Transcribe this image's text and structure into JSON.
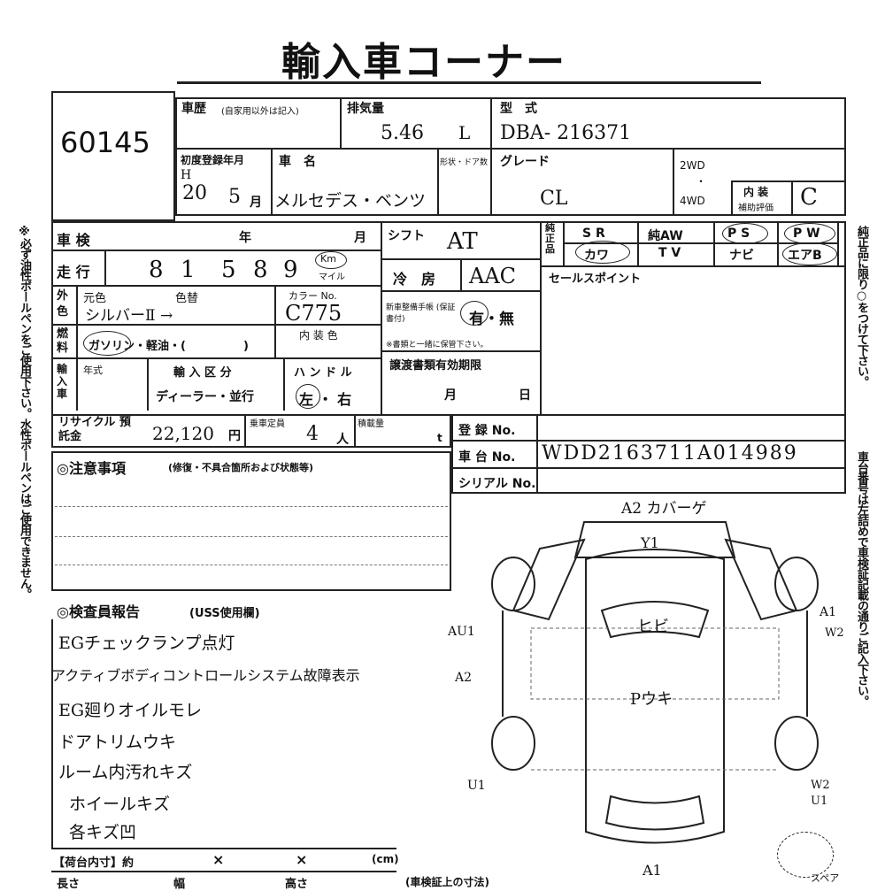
{
  "header": {
    "title": "輸入車コーナー",
    "lot_number": "60145"
  },
  "row1": {
    "history_label": "車歴",
    "history_note": "(自家用以外は記入)",
    "displacement_label": "排気量",
    "displacement_value": "5.46",
    "displacement_unit": "L",
    "model_label": "型　式",
    "model_value": "DBA- 216371"
  },
  "row2": {
    "first_reg_label": "初度登録年月",
    "first_reg_era": "H",
    "first_reg_year": "20",
    "first_reg_month": "5",
    "first_reg_month_unit": "月",
    "car_name_label": "車　名",
    "car_name_value": "メルセデス・ベンツ",
    "shape_label": "形状・ドア数",
    "grade_label": "グレード",
    "grade_value": "CL",
    "drive_2wd": "2WD",
    "drive_dot": "・",
    "drive_4wd": "4WD",
    "interior_label": "内 装",
    "interior_sub": "補助評価",
    "interior_grade": "C"
  },
  "inspection": {
    "shaken_label": "車 検",
    "year_label": "年",
    "month_label": "月"
  },
  "mileage": {
    "label": "走 行",
    "digits": [
      "8",
      "1",
      "5",
      "8",
      "9"
    ],
    "unit_km": "Km",
    "unit_mile": "マイル"
  },
  "shift": {
    "label": "シフト",
    "value": "AT"
  },
  "aircon": {
    "label": "冷　房",
    "value": "AAC"
  },
  "color": {
    "label": "外色",
    "orig_label": "元色",
    "change_label": "色替",
    "value": "シルバーⅡ →",
    "color_no_label": "カラー No.",
    "color_no_value": "C775"
  },
  "maintenance": {
    "label": "新車整備手帳 (保証書付)",
    "options": "有・無",
    "note": "※書類と一緒に保管下さい。"
  },
  "fuel": {
    "label": "燃料",
    "options": "ガソリン・軽油・(　　　　　)",
    "interior_color_label": "内 装 色"
  },
  "import": {
    "label": "輸入車",
    "year_label": "年式",
    "class_label": "輸 入 区 分",
    "class_value": "ディーラー・並行",
    "handle_label": "ハ ン ド ル",
    "handle_value": "左 ・ 右"
  },
  "transfer": {
    "label": "譲渡書類有効期限",
    "month": "月",
    "day": "日"
  },
  "recycle": {
    "label": "リサイクル 預託金",
    "value": "22,120",
    "unit": "円",
    "capacity_label": "乗車定員",
    "capacity_value": "4",
    "capacity_unit": "人",
    "load_label": "積載量",
    "load_unit": "t"
  },
  "registration": {
    "reg_label": "登 録 No.",
    "chassis_label": "車 台 No.",
    "chassis_value": "WDD2163711A014989",
    "serial_label": "シリアル No."
  },
  "equipment": {
    "label": "純正品",
    "items_row1": [
      "S R",
      "純AW",
      "P S",
      "P W"
    ],
    "items_row2": [
      "カワ",
      "T V",
      "ナビ",
      "エアB"
    ]
  },
  "sales_point": {
    "label": "セールスポイント"
  },
  "notes": {
    "label": "◎注意事項",
    "sub": "(修復・不具合箇所および状態等)"
  },
  "inspector": {
    "label": "◎検査員報告",
    "sub": "(USS使用欄)",
    "lines": [
      "EGチェックランプ点灯",
      "アクティブボディコントロールシステム故障表示",
      "EG廻りオイルモレ",
      "ドアトリムウキ",
      "ルーム内汚れキズ",
      "ホイールキズ",
      "各キズ凹"
    ]
  },
  "cargo": {
    "label": "【荷台内寸】約",
    "x1": "×",
    "x2": "×",
    "unit": "(cm)"
  },
  "bottom_row": {
    "length": "長さ",
    "width": "幅",
    "height": "高さ",
    "note": "(車検証上の寸法)"
  },
  "diagram": {
    "top_label": "A2 カバーゲ",
    "rear_mark": "Y1",
    "windshield": "ヒビ",
    "body": "Pウキ",
    "a_u1": "AU1",
    "a2": "A2",
    "u1_left": "U1",
    "a1_right": "A1",
    "w2_right": "W2",
    "w2_lower": "W2",
    "u1_lower": "U1",
    "a1_bottom": "A1",
    "spare": "スペア"
  },
  "side_notes": {
    "left": "※必ず油性ボールペンをご使用下さい。水性ボールペンはご使用できません。",
    "right_top": "純正品に限り○をつけて下さい。",
    "right_bottom": "車台番号は左詰めで車検証記載の通りご記入下さい。"
  }
}
